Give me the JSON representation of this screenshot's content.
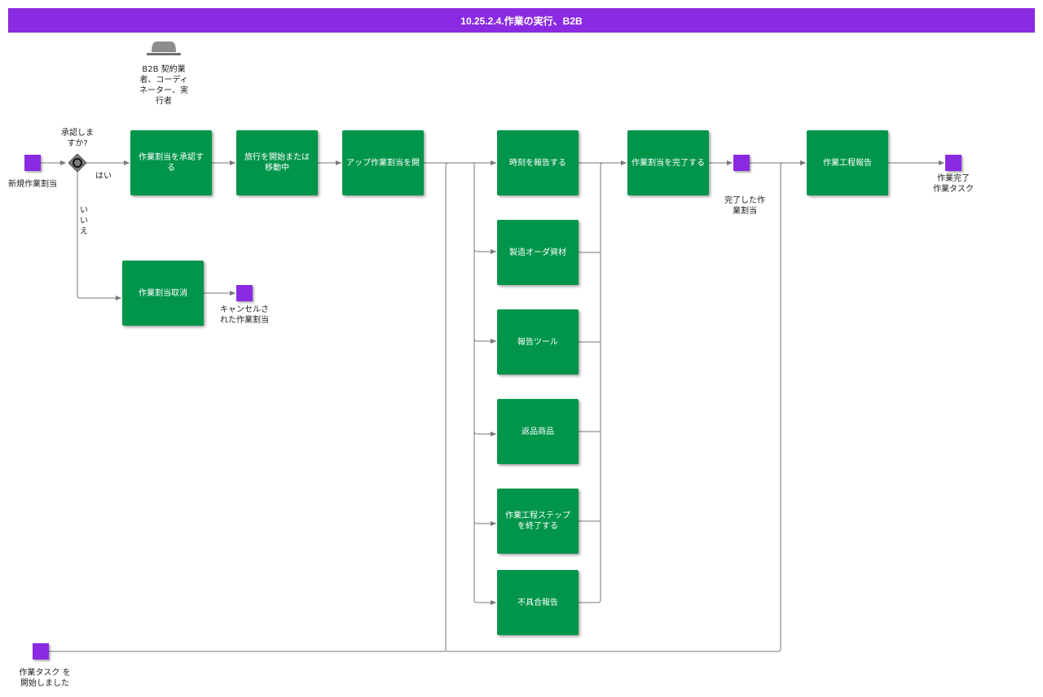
{
  "header": {
    "title": "10.25.2.4.作業の実行、B2B"
  },
  "colors": {
    "header": "#8a2be2",
    "task": "#00954a",
    "event": "#8a2be2",
    "edge": "#777777"
  },
  "role": {
    "icon": "hat-icon",
    "label": "B2B 契約業\n者、コーディ\nネーター、実\n行者"
  },
  "gateway": {
    "label": "承認しま\nすか?",
    "yes_label": "はい",
    "no_label": "い\nい\nえ"
  },
  "events": {
    "new_assignment": "新規作業割当",
    "cancelled": "キャンセルさ\nれた作業割当",
    "completed_assignment": "完了した作\n業割当",
    "task_complete": "作業完了\n作業タスク",
    "task_started": "作業タスク を\n開始しました"
  },
  "tasks": {
    "approve": "作業割当を承認す\nる",
    "travel": "旅行を開始または\n移動中",
    "open_app": "アップ作業割当を開",
    "cancel": "作業割当取消",
    "report_time": "時刻を報告する",
    "materials": "製造オーダ資材",
    "report_tools": "報告ツール",
    "returned_items": "返品商品",
    "end_step": "作業工程ステップ\nを終了する",
    "defect_report": "不具合報告",
    "complete": "作業割当を完了する",
    "process_report": "作業工程報告"
  }
}
